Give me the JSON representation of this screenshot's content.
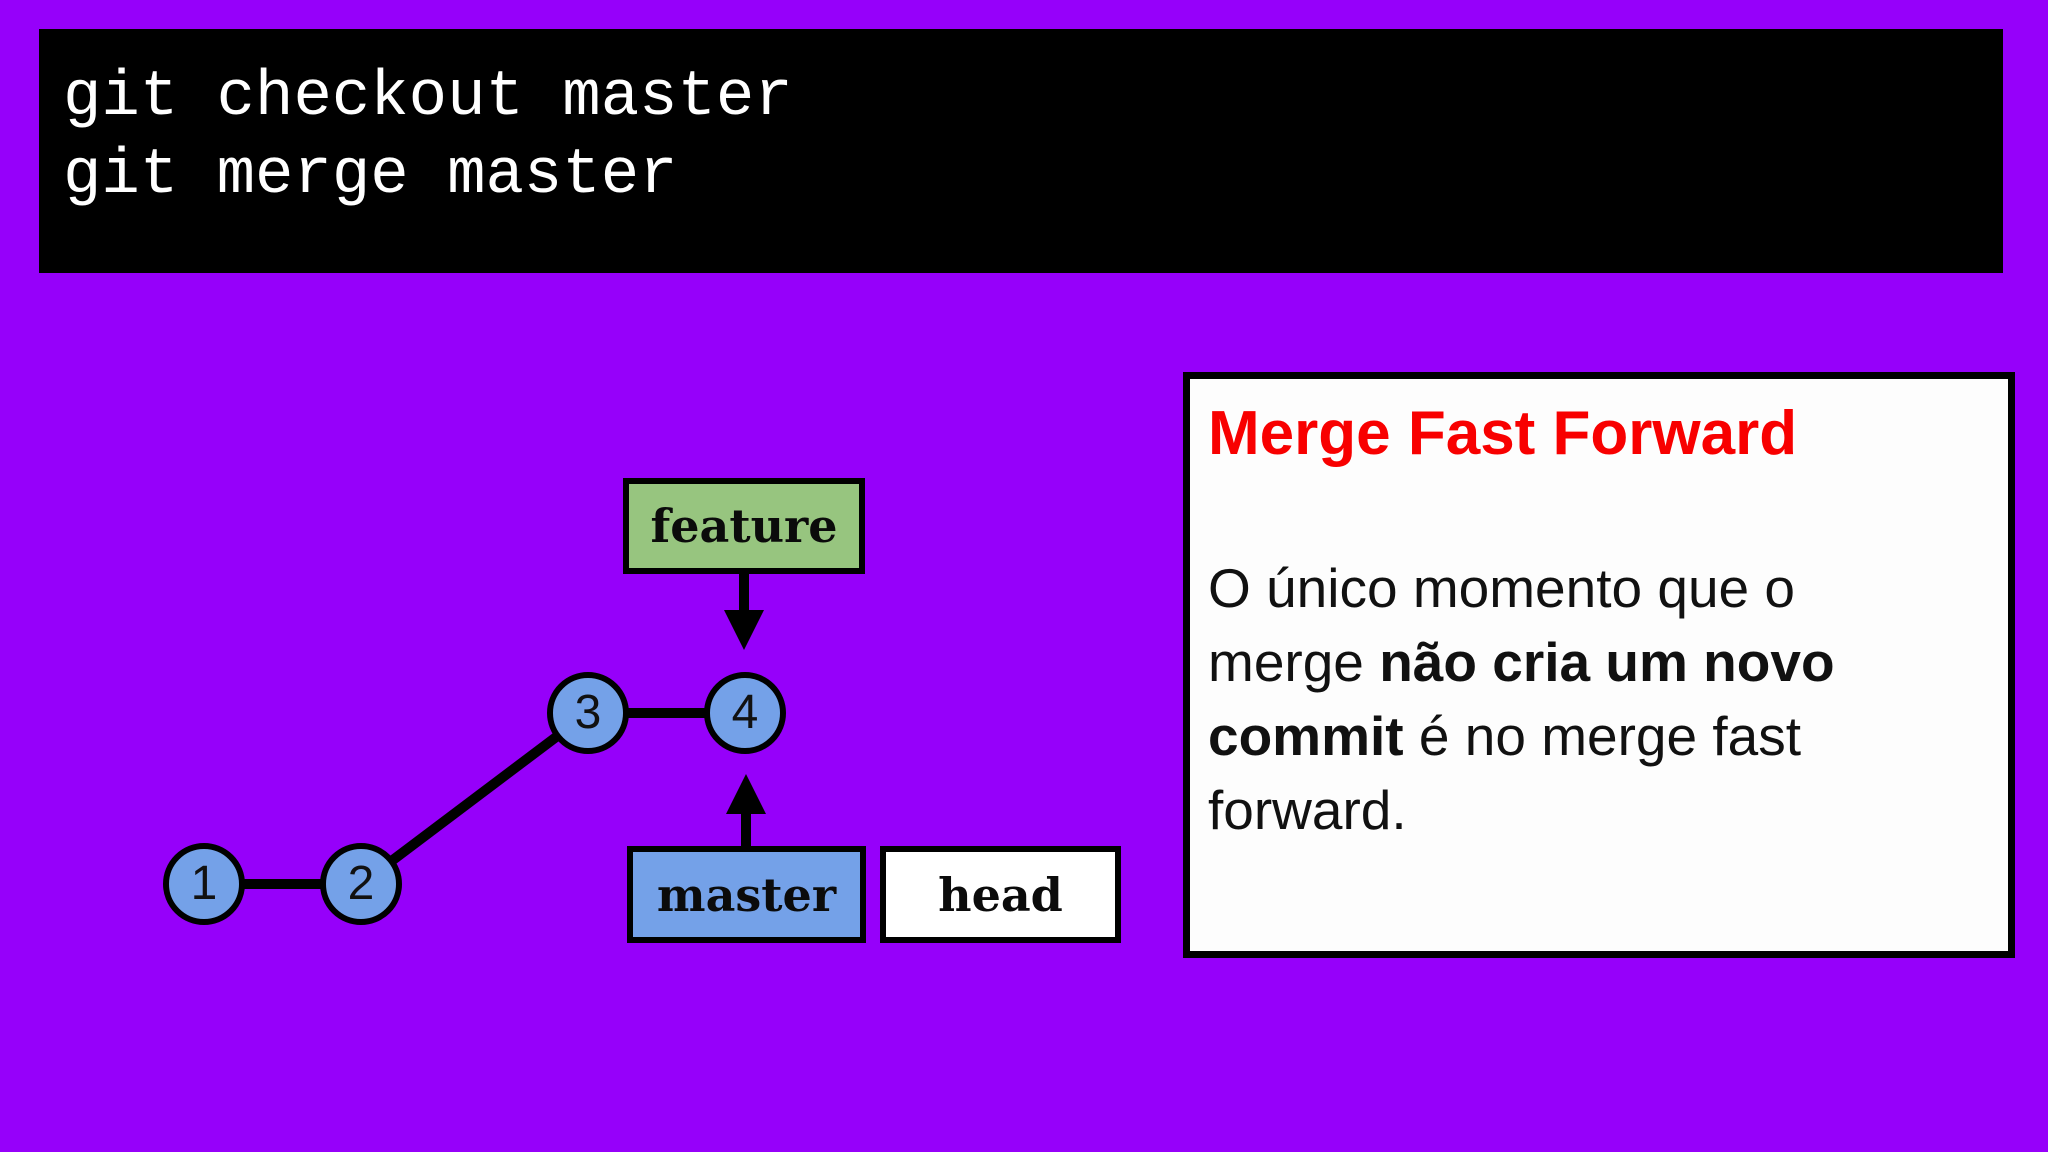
{
  "colors": {
    "background": "#9600FA",
    "terminal_bg": "#000000",
    "terminal_text": "#FFFFFF",
    "commit_fill": "#74A1E8",
    "feature_fill": "#97C57F",
    "master_fill": "#74A1E8",
    "head_fill": "#FFFFFF",
    "panel_bg": "#FDFDFD",
    "panel_title_color": "#F80000",
    "outline": "#000000"
  },
  "terminal": {
    "lines": [
      "git checkout master",
      "git merge master"
    ]
  },
  "graph": {
    "commits": [
      {
        "label": "1"
      },
      {
        "label": "2"
      },
      {
        "label": "3"
      },
      {
        "label": "4"
      }
    ],
    "edges": [
      "1-2",
      "2-3",
      "3-4"
    ],
    "labels": {
      "feature": "feature",
      "master": "master",
      "head": "head"
    },
    "pointers": [
      {
        "from": "feature",
        "to": "4",
        "direction": "down"
      },
      {
        "from": "master",
        "to": "4",
        "direction": "up"
      }
    ]
  },
  "panel": {
    "title": "Merge Fast Forward",
    "body": {
      "line1": "O único momento que o",
      "line2_normal": "merge ",
      "line2_bold": "não cria um novo",
      "line3_bold": "commit",
      "line3_normal": " é no merge fast",
      "line4": "forward."
    }
  }
}
